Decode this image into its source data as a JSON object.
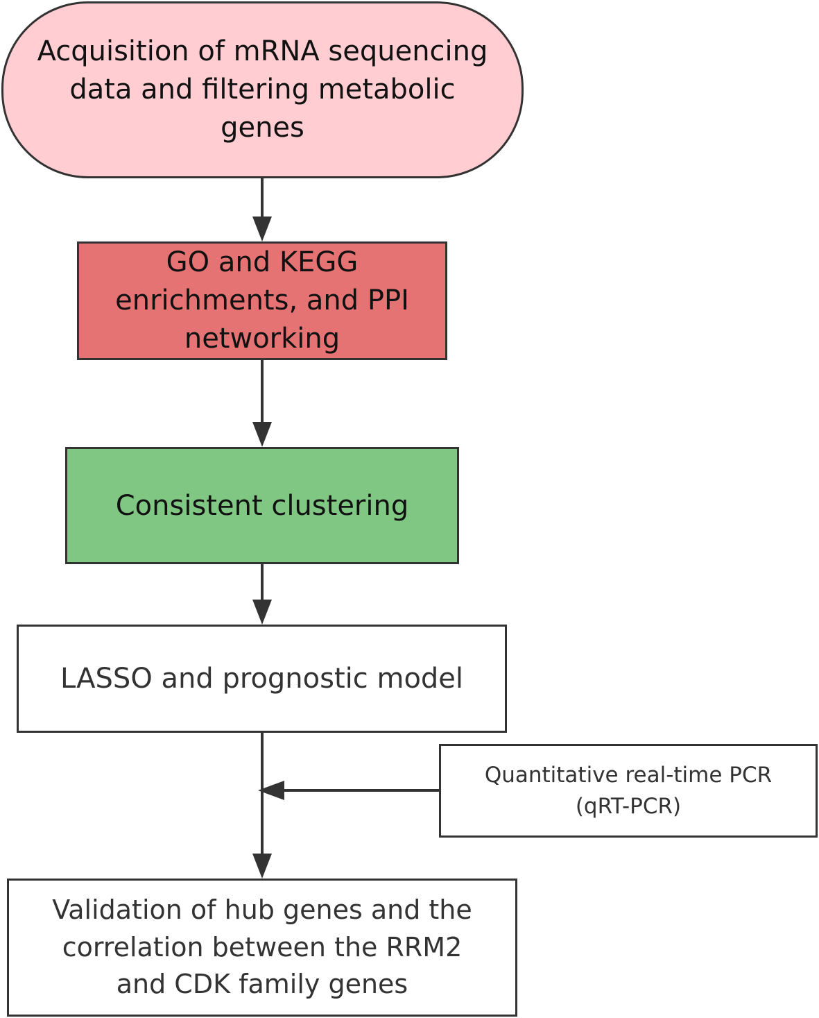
{
  "nodes": {
    "acquisition": "Acquisition of mRNA sequencing\ndata and  filtering metabolic\ngenes",
    "enrichment": "GO and KEGG\nenrichments, and PPI\nnetworking",
    "clustering": "Consistent clustering",
    "lasso": "LASSO and prognostic model",
    "qrtpcr": "Quantitative real-time PCR\n(qRT-PCR)",
    "validation": "Validation of hub genes and the\ncorrelation between the RRM2\nand CDK family genes"
  },
  "colors": {
    "acquisition_fill": "#ffcdd2",
    "enrichment_fill": "#e57373",
    "clustering_fill": "#81c784",
    "outline": "#333333"
  }
}
